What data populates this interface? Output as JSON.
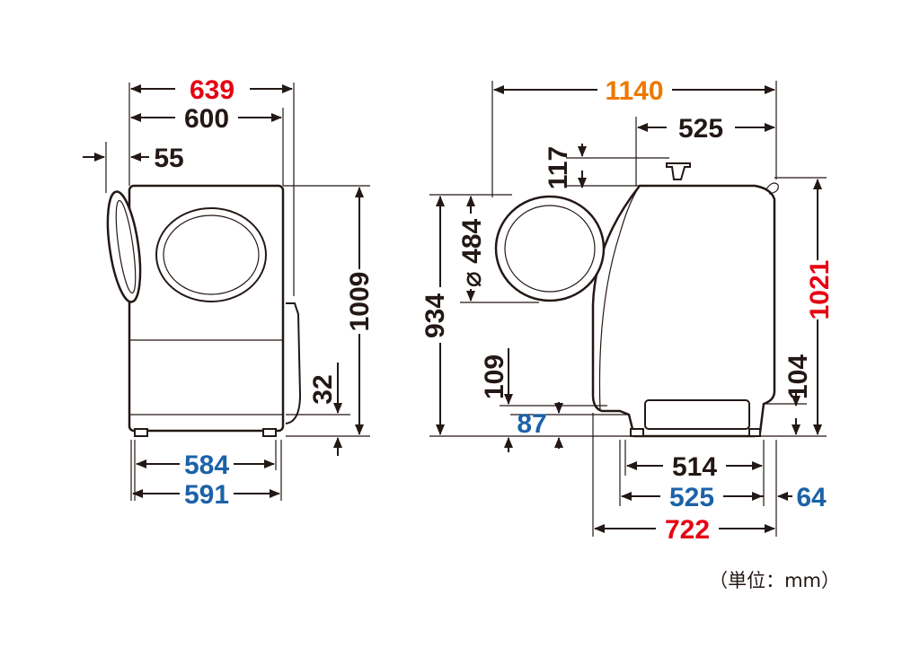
{
  "colors": {
    "red": "#e60012",
    "blue": "#1b62a8",
    "orange": "#ee7800",
    "black": "#231815"
  },
  "front_view": {
    "overall_width": "639",
    "cabinet_width": "600",
    "door_protrusion": "55",
    "height": "1009",
    "base_height": "32",
    "foot_width_inner": "584",
    "foot_width_outer": "591"
  },
  "side_view": {
    "overall_depth_door_open": "1140",
    "top_depth": "525",
    "hose_height": "117",
    "door_diameter": "⌀ 484",
    "door_bottom_height": "934",
    "front_clearance": "109",
    "front_foot_height": "87",
    "overall_height": "1021",
    "rear_bottom_height": "104",
    "foot_span": "514",
    "base_depth": "525",
    "rear_overhang": "64",
    "overall_depth": "722"
  },
  "unit_note": "（単位：mm）"
}
